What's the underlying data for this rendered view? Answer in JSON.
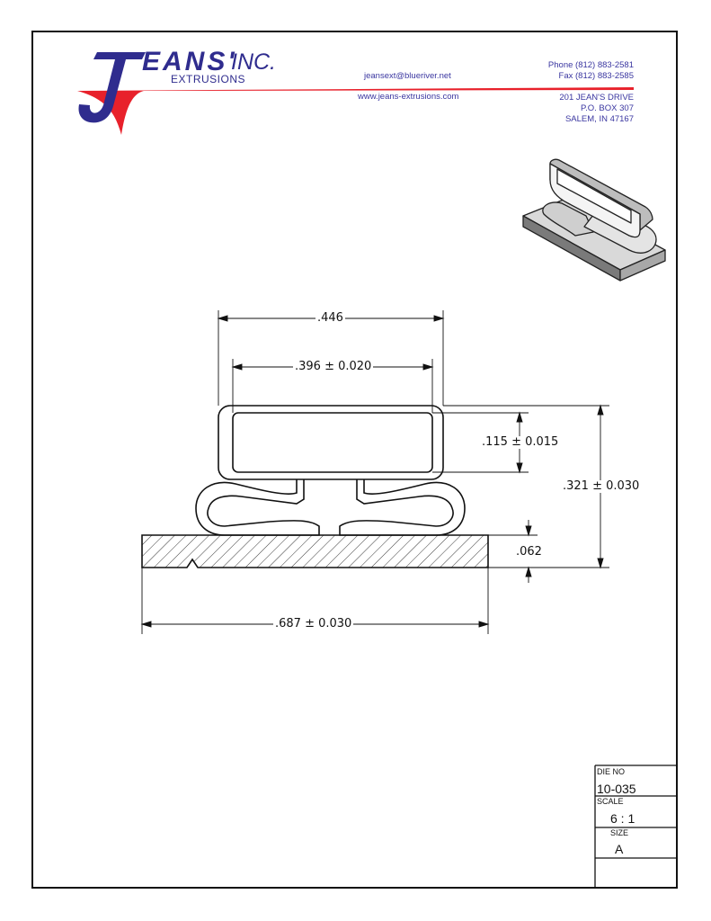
{
  "header": {
    "company_name": "EANS'",
    "company_suffix": "INC.",
    "company_division": "EXTRUSIONS",
    "email": "jeansext@blueriver.net",
    "website": "www.jeans-extrusions.com",
    "phone": "Phone (812) 883-2581",
    "fax": "Fax (812) 883-2585",
    "street": "201 JEAN'S DRIVE",
    "po_box": "P.O. BOX 307",
    "city": "SALEM, IN 47167",
    "logo_colors": {
      "blue": "#2f2c8e",
      "red": "#e8212b"
    }
  },
  "dimensions": {
    "overall_width_top": ".446",
    "inner_width": ".396 ± 0.020",
    "tube_height": ".115 ± 0.015",
    "overall_height": ".321 ± 0.030",
    "base_thickness": ".062",
    "base_width": ".687 ± 0.030"
  },
  "title_block": {
    "die_no_label": "DIE NO",
    "die_no_value": "10-035",
    "scale_label": "SCALE",
    "scale_value": "6 : 1",
    "size_label": "SIZE",
    "size_value": "A"
  }
}
